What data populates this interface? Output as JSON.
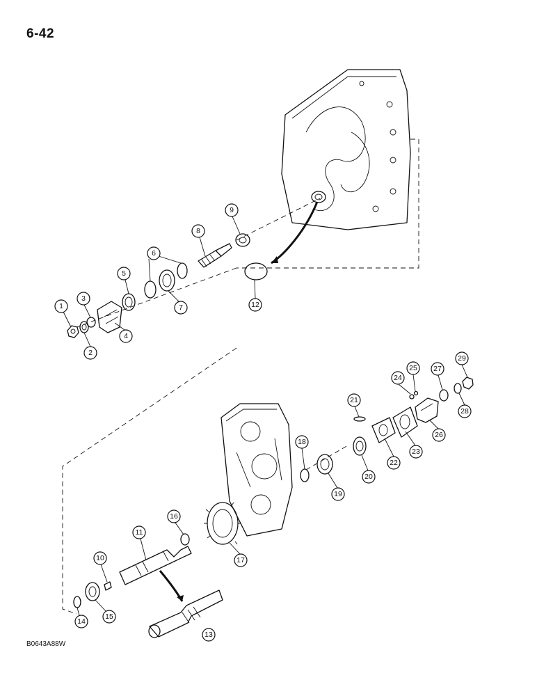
{
  "page": {
    "number": "6-42",
    "figure_code": "B0643A88W"
  },
  "callouts": [
    "1",
    "2",
    "3",
    "4",
    "5",
    "6",
    "7",
    "8",
    "9",
    "10",
    "11",
    "12",
    "13",
    "14",
    "15",
    "16",
    "17",
    "18",
    "19",
    "20",
    "21",
    "22",
    "23",
    "24",
    "25",
    "26",
    "27",
    "28",
    "29"
  ]
}
